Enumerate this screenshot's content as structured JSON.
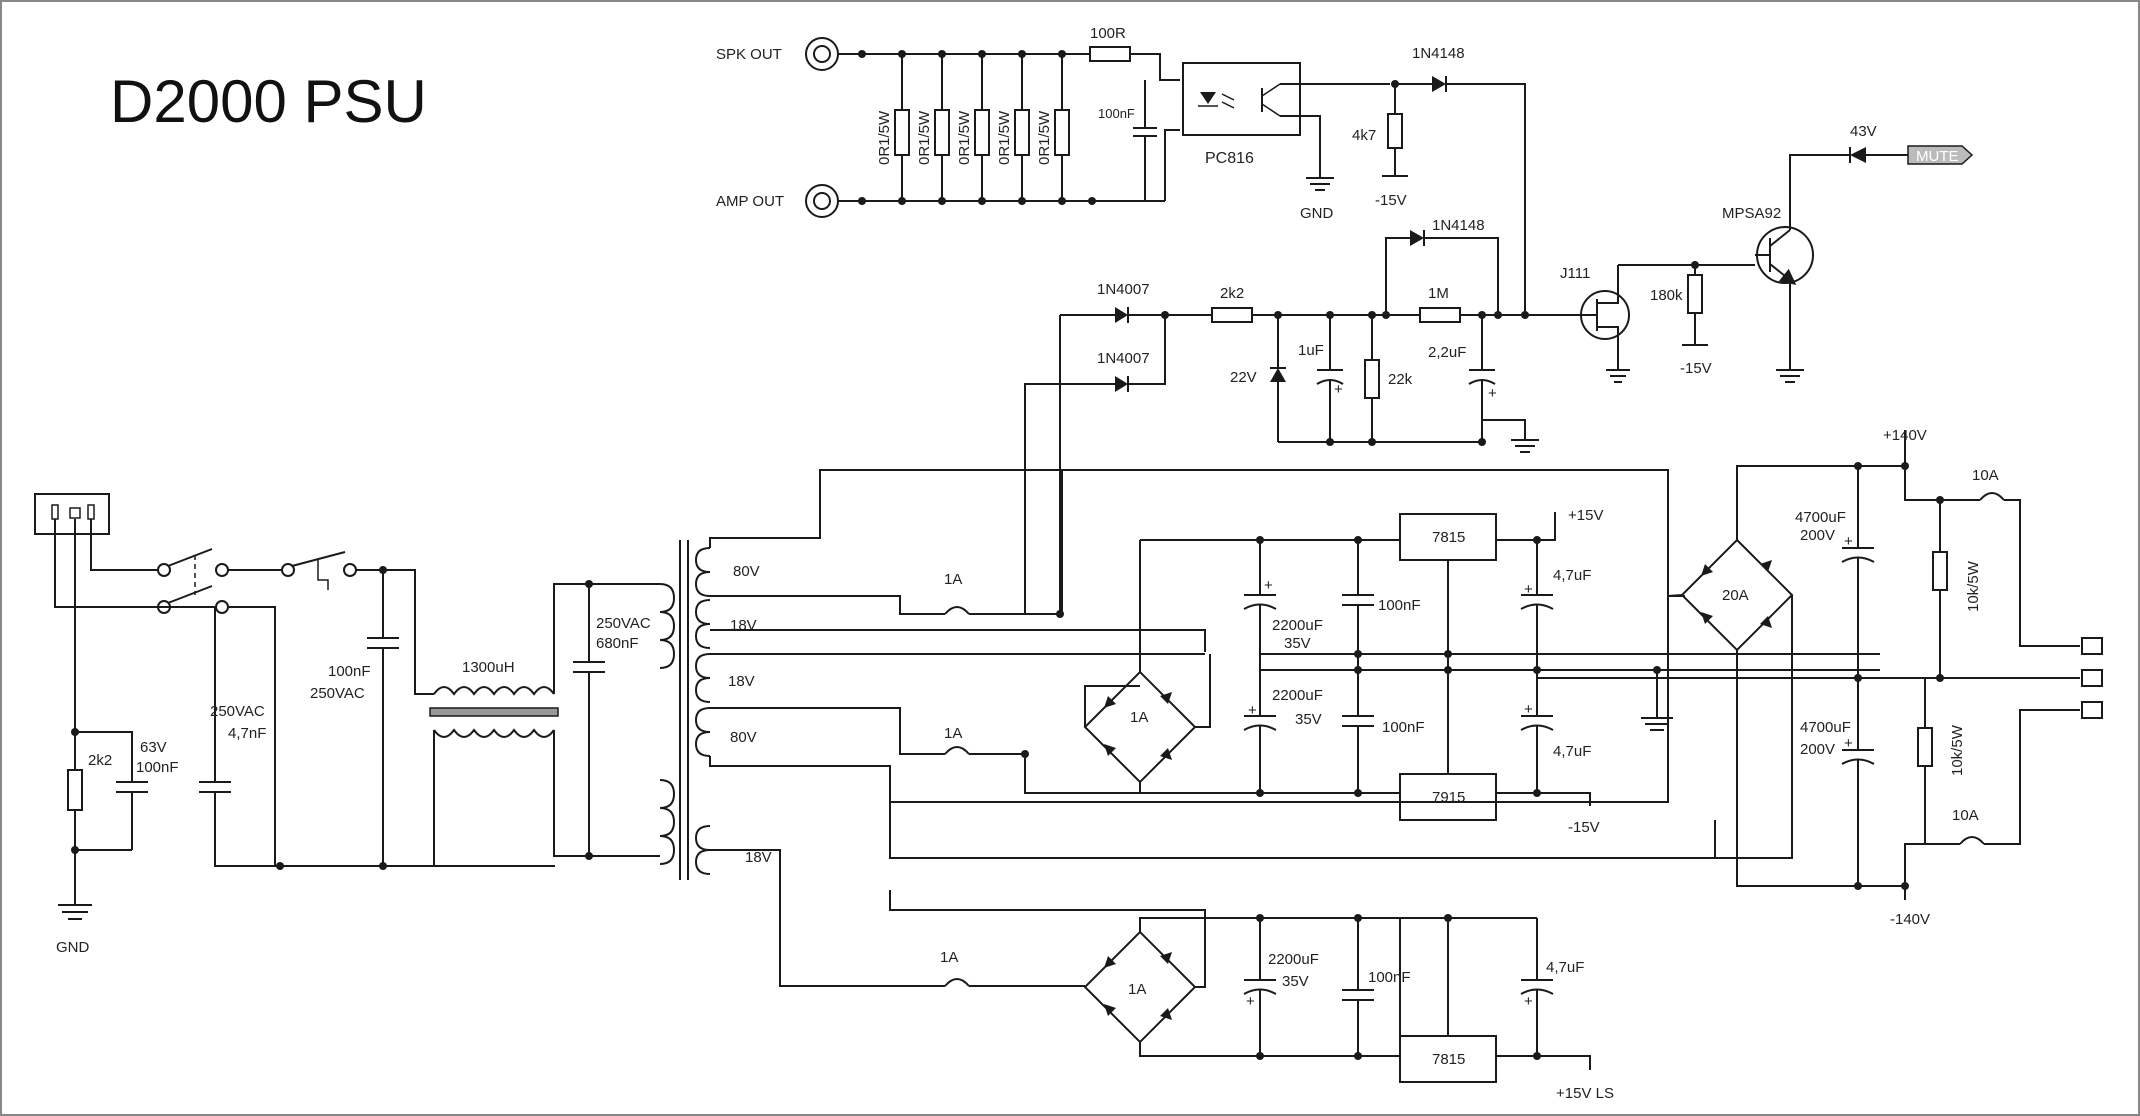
{
  "title": "D2000 PSU",
  "labels": {
    "spk_out": "SPK OUT",
    "amp_out": "AMP OUT",
    "r_sense": "0R1/5W",
    "r_100r": "100R",
    "c_100nf_small": "100nF",
    "opto": "PC816",
    "gnd": "GND",
    "d_1n4148": "1N4148",
    "r_4k7": "4k7",
    "neg15": "-15V",
    "pos15": "+15V",
    "pos15_ls": "+15V LS",
    "d_1n4007": "1N4007",
    "r_2k2": "2k2",
    "r_1m": "1M",
    "z_22v": "22V",
    "c_1uf": "1uF",
    "r_22k": "22k",
    "c_2_2uf": "2,2uF",
    "jfet": "J111",
    "r_180k": "180k",
    "pnp": "MPSA92",
    "v43": "43V",
    "mute": "MUTE",
    "c_63v": "63V",
    "c_100nf": "100nF",
    "c_250vac": "250VAC",
    "c_4_7nf": "4,7nF",
    "c_100nf_250": "100nF",
    "c_250vac_2": "250VAC",
    "l_1300uh": "1300uH",
    "c_250vac_3": "250VAC",
    "c_680nf": "680nF",
    "v80": "80V",
    "v18": "18V",
    "fuse_1a": "1A",
    "bridge_1a": "1A",
    "c_2200uf": "2200uF",
    "v35": "35V",
    "reg_7815": "7815",
    "reg_7915": "7915",
    "c_4_7uf": "4,7uF",
    "bridge_20a": "20A",
    "c_4700uf": "4700uF",
    "v200": "200V",
    "pos140": "+140V",
    "neg140": "-140V",
    "fuse_10a": "10A",
    "r_10k5w": "10k/5W"
  }
}
